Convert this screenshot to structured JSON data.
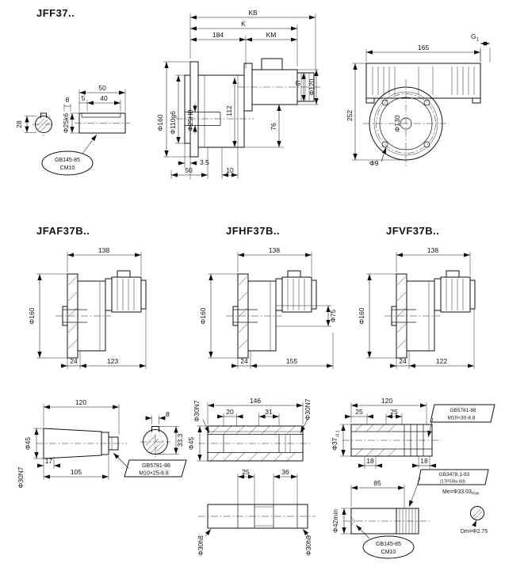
{
  "jff37": {
    "title": "JFF37..",
    "shaft": {
      "key_width": "8",
      "total_len": "50",
      "step_len": "5",
      "key_len": "40",
      "height": "28",
      "dia": "Φ25k6",
      "callout_line1": "GB145-85",
      "callout_line2": "CM10"
    },
    "side": {
      "kb": "KB",
      "k": "K",
      "len184": "184",
      "km": "KM",
      "flange_od": "Φ160",
      "spigot_dia": "Φ110g6",
      "bore_dia": "Φ25H8",
      "len112": "112",
      "len76": "76",
      "g": "G",
      "motor_dia": "Φ120",
      "len3_5": "3.5",
      "len50": "50",
      "len10": "10"
    },
    "front": {
      "g1": "G",
      "g1_sub": "1",
      "len165": "165",
      "height252": "252",
      "bolt_circle": "Φ130",
      "hole_dia": "Φ9"
    }
  },
  "jfaf37b": {
    "title": "JFAF37B..",
    "width138": "138",
    "flange_od": "Φ160",
    "len24": "24",
    "len123": "123"
  },
  "jfhf37b": {
    "title": "JFHF37B..",
    "width138": "138",
    "flange_od": "Φ160",
    "len24": "24",
    "len155": "155",
    "hub_dia": "Φ75"
  },
  "jfvf37b": {
    "title": "JFVF37B..",
    "width138": "138",
    "flange_od": "Φ160",
    "len24": "24",
    "len122": "122"
  },
  "shaft_left": {
    "len120": "120",
    "dia45": "Φ45",
    "len17": "17",
    "len105": "105",
    "dia30": "Φ30N7",
    "key_width": "8",
    "key_height": "33.3",
    "callout_line1": "GB5781-86",
    "callout_line2": "M10×25-8.8"
  },
  "shaft_mid": {
    "len146": "146",
    "len20": "20",
    "len31": "31",
    "bore_left": "Φ30N7",
    "bore_right": "Φ30N7",
    "dia45": "Φ45",
    "len25": "25",
    "len36": "36",
    "end_left": "Φ30h8",
    "end_right": "Φ30h8"
  },
  "shaft_right": {
    "len120": "120",
    "len25a": "25",
    "len25b": "25",
    "dia37": "Φ37",
    "dia37_tol": "-0.1",
    "len18a": "18",
    "len18b": "18",
    "bolt_callout_line1": "GB5781-86",
    "bolt_callout_line2": "M10×30-8.8",
    "spline_callout_line1": "GB3478.1-83",
    "spline_callout_line2": "(17F5/8a·8d)",
    "me_text": "Me=Φ33.03",
    "me_sub": "max",
    "len85": "85",
    "dia42": "Φ42min",
    "oval_callout_line1": "GB145-85",
    "oval_callout_line2": "CM10",
    "pin_text": "Dm=Φ2.75"
  }
}
